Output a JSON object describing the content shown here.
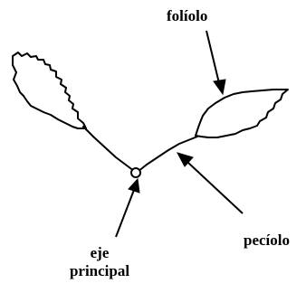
{
  "labels": {
    "leaflet": "folíolo",
    "petiole": "pecíolo",
    "main_axis_line1": "eje",
    "main_axis_line2": "principal"
  },
  "colors": {
    "ink": "#000000",
    "background": "#ffffff"
  }
}
